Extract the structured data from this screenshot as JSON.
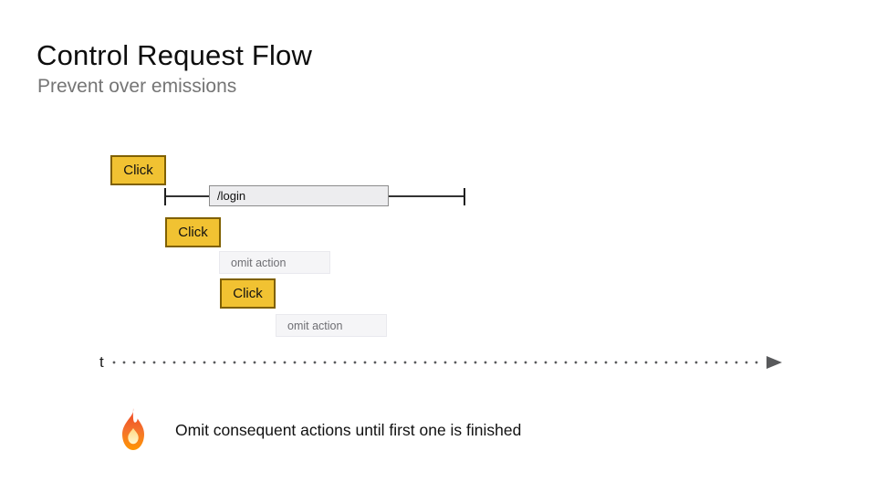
{
  "slide": {
    "title": "Control Request Flow",
    "subtitle": "Prevent over emissions"
  },
  "diagram": {
    "clicks": [
      {
        "label": "Click"
      },
      {
        "label": "Click"
      },
      {
        "label": "Click"
      }
    ],
    "request": {
      "label": "/login"
    },
    "omits": [
      {
        "label": "omit action"
      },
      {
        "label": "omit action"
      }
    ],
    "timeline": {
      "axis_label": "t",
      "arrow_icon": "arrow-right-icon"
    }
  },
  "footer": {
    "icon": "fire-icon",
    "note": "Omit consequent actions until first one is finished"
  },
  "colors": {
    "click_fill": "#f1c232",
    "click_border": "#7f6000",
    "request_fill": "#ededef",
    "request_border": "#8c8c8c",
    "omit_fill": "#f5f5f7",
    "omit_border": "#e9e9ee",
    "omit_text": "#6e6e73",
    "subtitle_text": "#757575",
    "timeline_color": "#58595b",
    "fire_outer": "#f1592b",
    "fire_inner": "#ffe9a8"
  }
}
